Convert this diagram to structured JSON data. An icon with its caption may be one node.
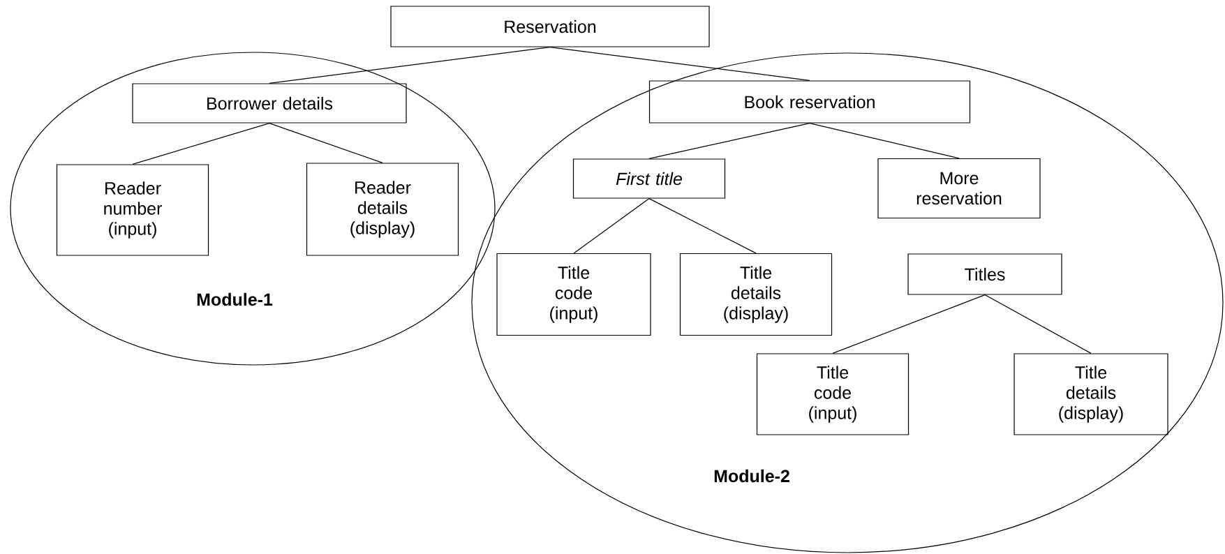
{
  "diagram": {
    "nodes": [
      {
        "text": [
          "Reservation"
        ]
      },
      {
        "text": [
          "Module-1"
        ]
      },
      {
        "text": [
          "Borrower details"
        ],
        "in": 1
      },
      {
        "text": [
          "Reader number (input)"
        ],
        "in": 1
      },
      {
        "text": [
          "Reader details (display)"
        ],
        "in": 1
      },
      {
        "text": [
          "Module-2"
        ]
      },
      {
        "text": [
          "Book reservation"
        ],
        "in": 5
      },
      {
        "text": [
          "First title"
        ],
        "in": 5
      },
      {
        "text": [
          "More reservation"
        ],
        "in": 5
      },
      {
        "text": [
          "Title code (input)"
        ],
        "in": 5
      },
      {
        "text": [
          "Title details (display)"
        ],
        "in": 5
      },
      {
        "text": [
          "Titles"
        ],
        "in": 5
      },
      {
        "text": [
          "Title code (input)"
        ],
        "in": 5
      },
      {
        "text": [
          "Title details (display)"
        ],
        "in": 5
      }
    ],
    "edges": [
      {
        "from": 0,
        "to": 2,
        "arrow": "none"
      },
      {
        "from": 0,
        "to": 6,
        "arrow": "none"
      },
      {
        "from": 2,
        "to": 3,
        "arrow": "none"
      },
      {
        "from": 2,
        "to": 4,
        "arrow": "none"
      },
      {
        "from": 6,
        "to": 7,
        "arrow": "none"
      },
      {
        "from": 6,
        "to": 8,
        "arrow": "none"
      },
      {
        "from": 7,
        "to": 9,
        "arrow": "none"
      },
      {
        "from": 7,
        "to": 10,
        "arrow": "none"
      },
      {
        "from": 11,
        "to": 12,
        "arrow": "none"
      },
      {
        "from": 11,
        "to": 13,
        "arrow": "none"
      }
    ]
  }
}
